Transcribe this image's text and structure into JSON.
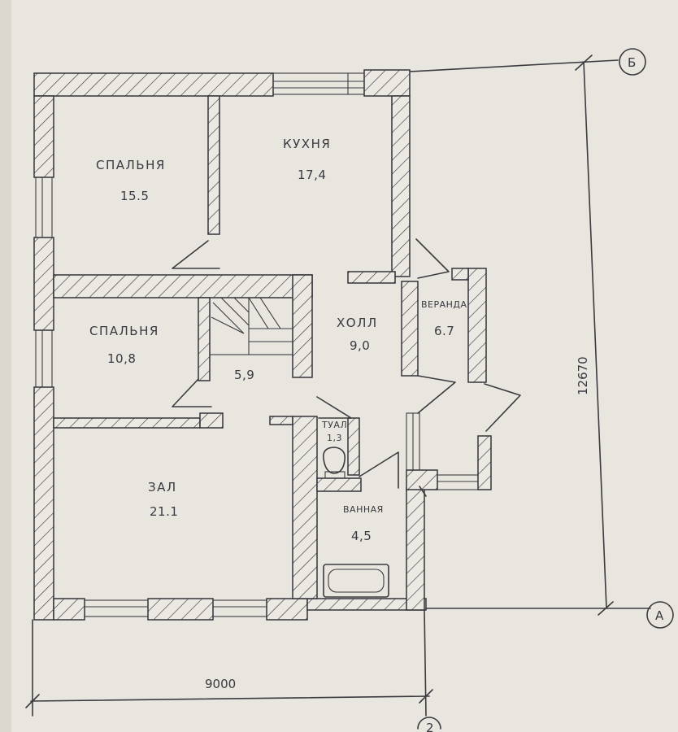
{
  "rooms": [
    {
      "name": "СПАЛЬНЯ",
      "area": "15.5"
    },
    {
      "name": "КУХНЯ",
      "area": "17,4"
    },
    {
      "name": "СПАЛЬНЯ",
      "area": "10,8"
    },
    {
      "name": "",
      "area": "5,9"
    },
    {
      "name": "ХОЛЛ",
      "area": "9,0"
    },
    {
      "name": "ВЕРАНДА",
      "area": "6.7"
    },
    {
      "name": "ТУАЛ",
      "area": "1,3"
    },
    {
      "name": "ЗАЛ",
      "area": "21.1"
    },
    {
      "name": "ВАННАЯ",
      "area": "4,5"
    }
  ],
  "dimensions": {
    "width": "9000",
    "height": "12670"
  },
  "axes": {
    "top": "Б",
    "bottom": "А",
    "column": "2"
  }
}
